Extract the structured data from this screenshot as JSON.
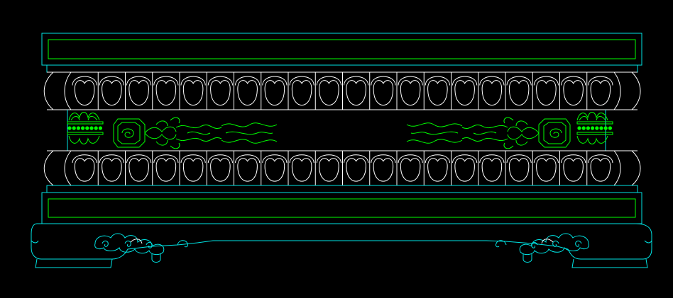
{
  "colors": {
    "background": "#000000",
    "cyan": "#00e5e5",
    "green": "#00ff00",
    "white": "#ffffff"
  },
  "drawing": {
    "upper_lotus_petal_count": 20,
    "lower_lotus_petal_count": 20,
    "ornaments": [
      "scroll-ornament-left",
      "scroll-ornament-right",
      "lotus-cluster-left",
      "lotus-cluster-right",
      "cloud-scroll-left",
      "cloud-scroll-right"
    ]
  }
}
